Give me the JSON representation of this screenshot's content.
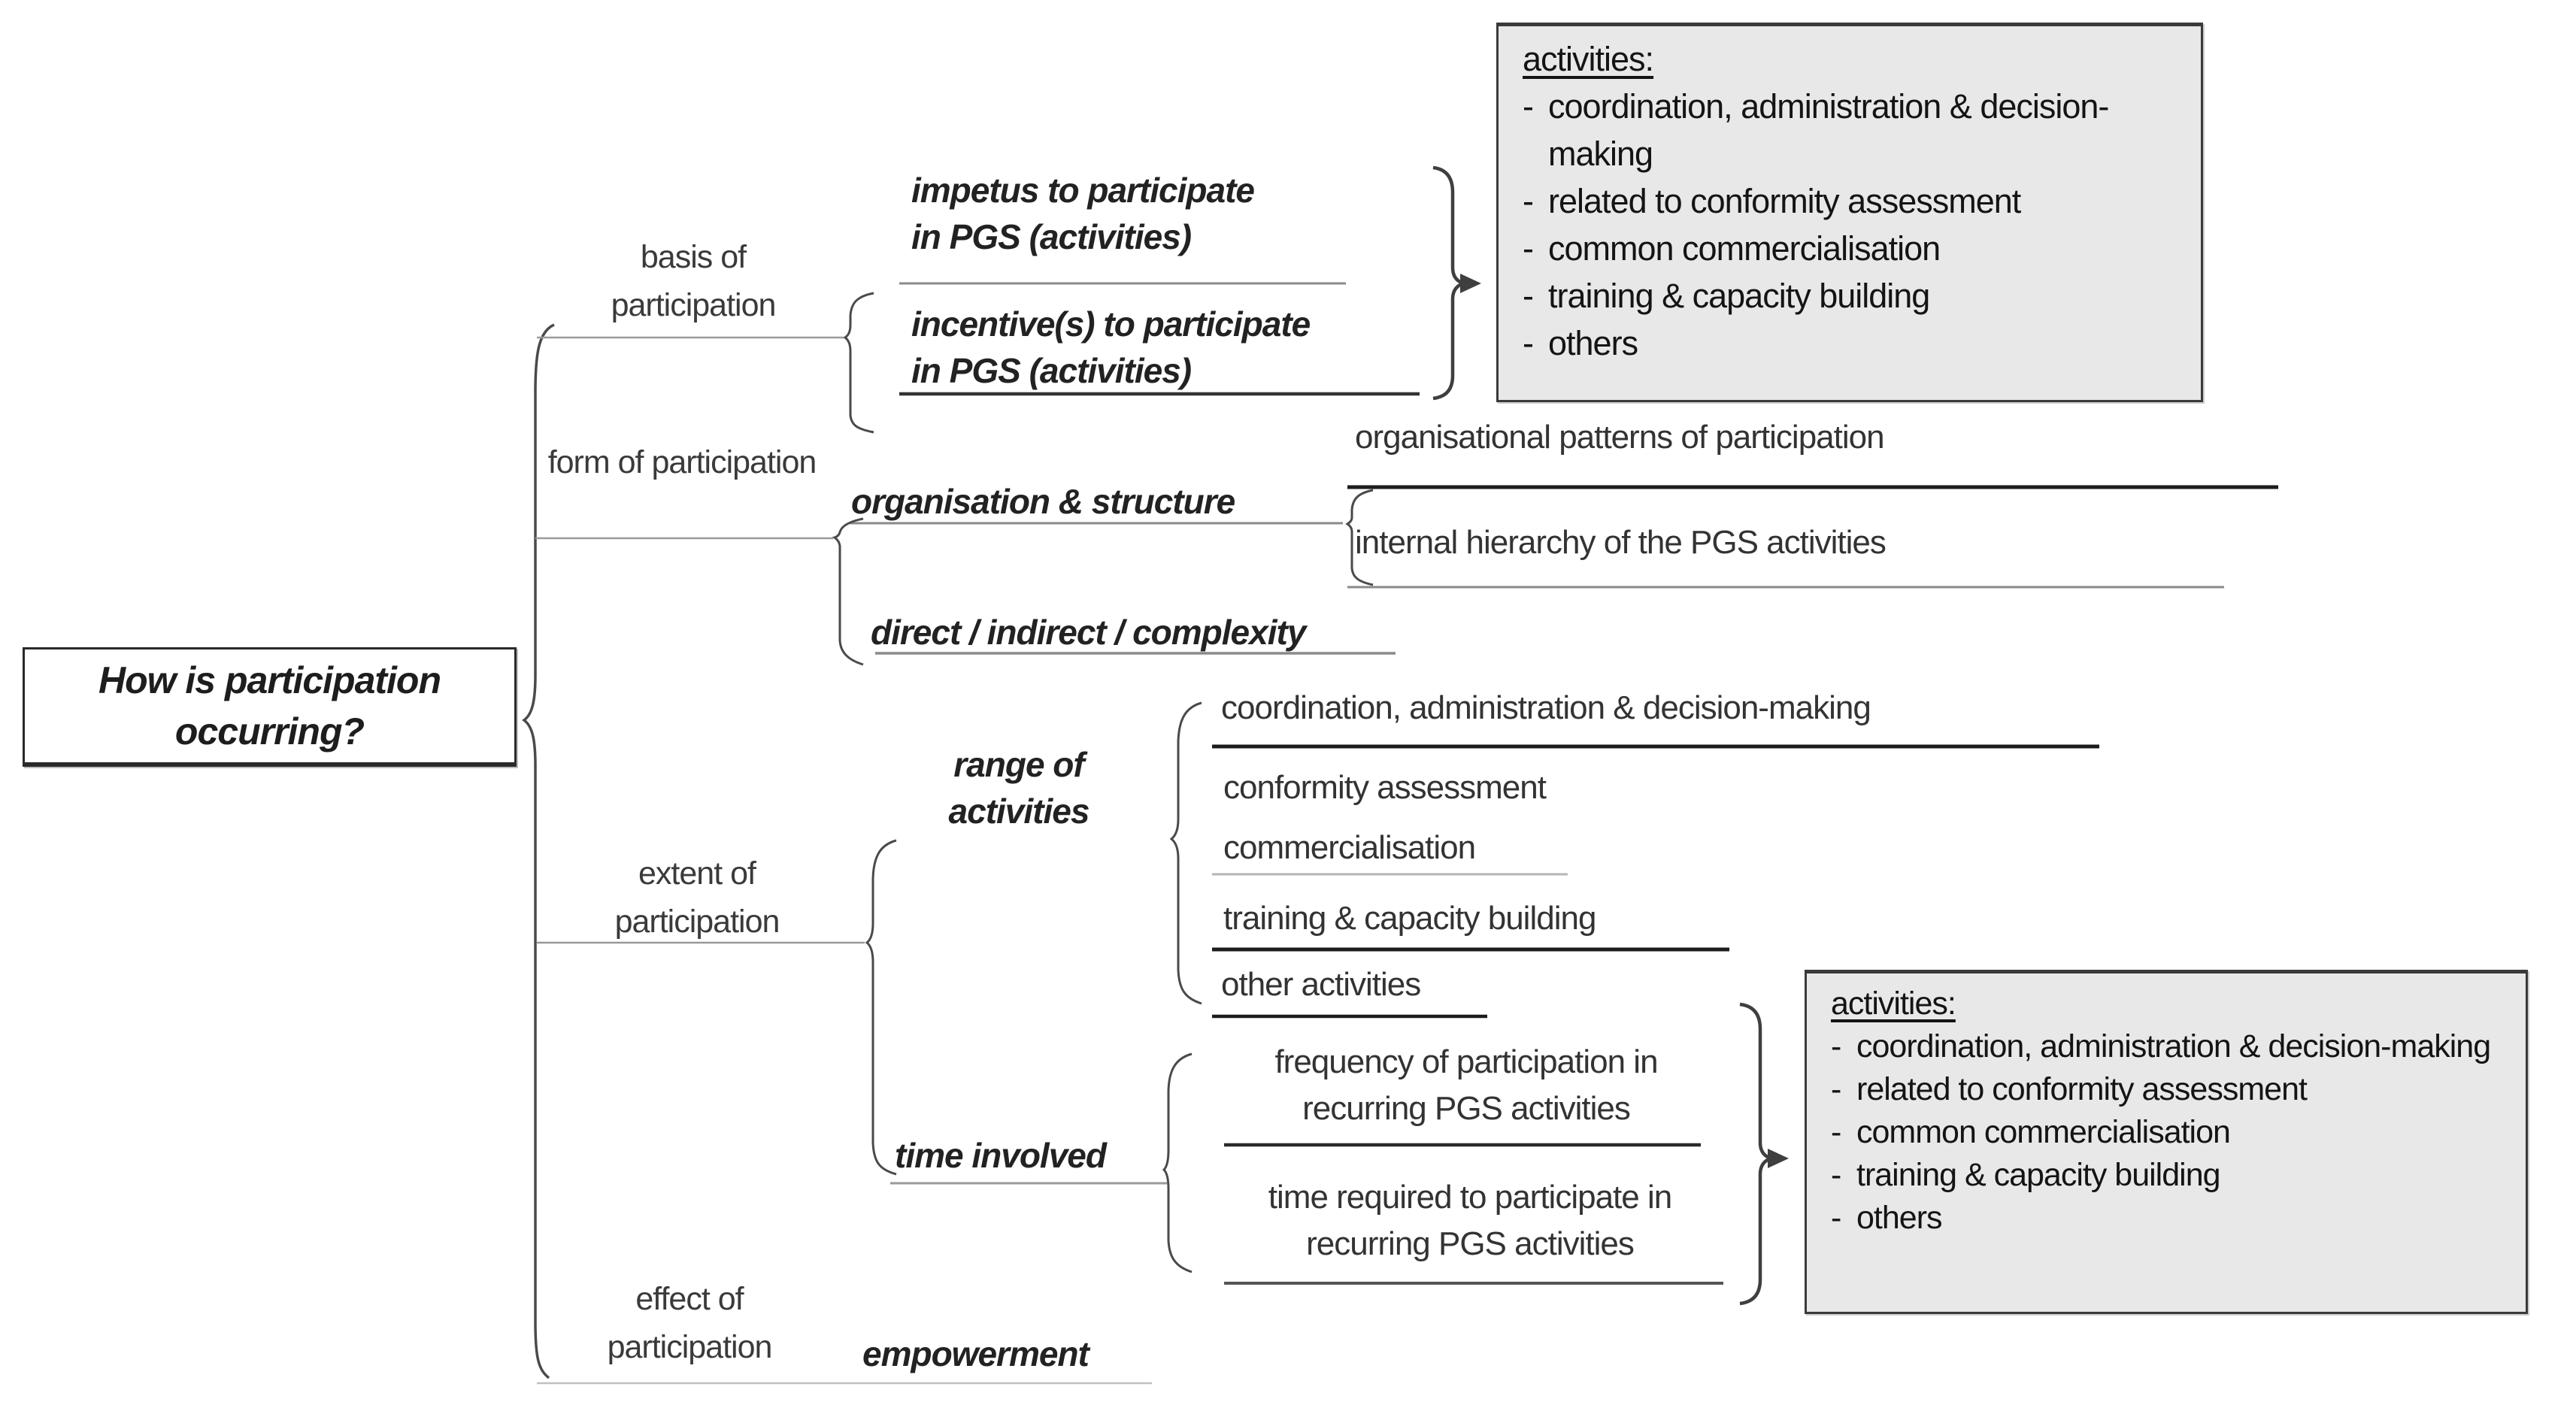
{
  "question": "How is participation occurring?",
  "branches": {
    "basis": {
      "label": "basis of participation"
    },
    "form": {
      "label": "form of participation"
    },
    "extent": {
      "label": "extent of participation"
    },
    "effect": {
      "label": "effect of participation"
    }
  },
  "nodes": {
    "impetus": {
      "lines": [
        "impetus to participate",
        "in PGS (activities)"
      ]
    },
    "incentive": {
      "lines": [
        "incentive(s) to participate",
        "in PGS (activities)"
      ]
    },
    "organisation": {
      "label": "organisation & structure"
    },
    "org_children": {
      "patterns": "organisational patterns of participation",
      "hierarchy": "internal hierarchy of the PGS activities"
    },
    "direct": {
      "label": "direct / indirect / complexity"
    },
    "range": {
      "lines": [
        "range of",
        "activities"
      ]
    },
    "range_children": {
      "coordination": "coordination, administration & decision-making",
      "conformity": "conformity assessment",
      "commercialisation": "commercialisation",
      "training": "training & capacity building",
      "other": "other activities"
    },
    "time": {
      "label": "time involved"
    },
    "time_children": {
      "frequency": {
        "lines": [
          "frequency of participation in",
          "recurring PGS activities"
        ]
      },
      "required": {
        "lines": [
          "time required to participate in",
          "recurring PGS activities"
        ]
      }
    },
    "empowerment": {
      "label": "empowerment"
    }
  },
  "activities_box": {
    "title": "activities:",
    "bullet_prefix": "-",
    "items": [
      "coordination, administration & decision-making",
      "related to conformity assessment",
      "common commercialisation",
      "training & capacity building",
      "others"
    ]
  },
  "colors": {
    "background": "#ffffff",
    "text_dark": "#1d1d1d",
    "text_gray": "#3a3a3a",
    "box_fill": "#e8e8e8",
    "box_border": "#3a3a3a",
    "line_dark": "#1c1c1c",
    "line_gray": "#8a8a8a",
    "line_light": "#b5b5b5"
  }
}
